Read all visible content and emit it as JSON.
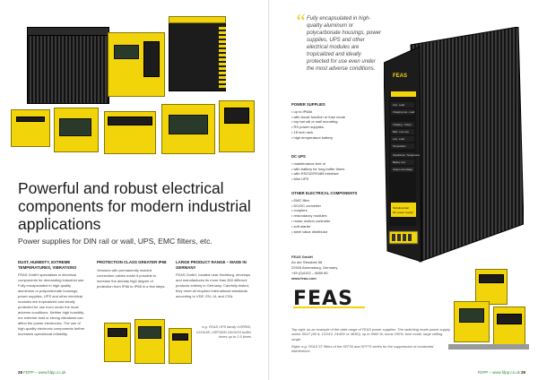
{
  "left_page": {
    "headline": "Powerful and robust electrical components for modern industrial applications",
    "subhead": "Power supplies for DIN rail or wall, UPS, EMC filters, etc.",
    "columns": [
      {
        "heading": "Dust, humidity, extreme temperatures, vibrations",
        "body": "FEAS GmbH specialises in electrical components for demanding industrial use. Fully encapsulated in high-quality aluminium or polycarbonate housings, power supplies, UPS and other electrical modules are tropicalized and ideally protected for use even under the most adverse conditions. Neither high humidity, nor extreme dust or strong vibrations can affect the power electronics. The use of high-quality electronic components further increases operational reliability."
      },
      {
        "heading": "Protection class greater IP68",
        "body": "Versions with permanently molded connection cables make it possible to increase the already high degree of protection from IP66 to IP68 in a few steps."
      },
      {
        "heading": "Large product range – made in Germany",
        "body": "FEAS GmbH, located near Hamburg, develops and manufactures its more than 800 different products entirely in Germany. Carefully tested, they meet all required international standards according to VDE, EN, UL and CSA."
      }
    ],
    "photo_caption": "e.g. FEAS UPS family USP800, 12/24/48, USP1600-24/24/24 buffer times up to 2.5 times",
    "footer": {
      "page": "28",
      "site": "FDPP – www.fdpp.co.uk"
    }
  },
  "right_page": {
    "quote": "Fully encapsulated in high-quality aluminum or polycarbonate housings, power supplies, UPS and other electrical modules are tropicalized and ideally protected for use even under the most adverse conditions.",
    "spec_groups": [
      {
        "title": "Power supplies",
        "items": [
          "up to IP68#",
          "with boost function or fuse mode",
          "top hat rail or wall mounting",
          "RS power supplies",
          "18 inch rack",
          "high temperature battery"
        ]
      },
      {
        "title": "DC UPS",
        "items": [
          "maintenance-free or",
          "with battery for long buffer times",
          "with RS232/RS485 interface",
          "Mini UPS"
        ]
      },
      {
        "title": "Other electrical components",
        "items": [
          "EMC filter",
          "DC/DC converter",
          "couplers",
          "redundancy modules",
          "motor motion controller",
          "soft starter",
          "steel value distributor"
        ]
      }
    ],
    "address": {
      "name": "FEAS GmbH",
      "street": "An der Strusbek 56",
      "city": "22926 Ahrensburg, Germany",
      "phone": "+49 (0)4102 – 6659 80",
      "web": "www.feas.com"
    },
    "logo_text": "FEAS",
    "captions": [
      "Top right: as an example of the wide range of FEAS power supplies: The switching mode power supply series SN17 (60 A, 12/24V, 24/48V or 48/60), up to 9960 W, boost 150%, fuse mode, large setting range.",
      "Right: e.g. FEAS ST filters of the SFF30 and SFF70 series for the suppression of conducted interference."
    ],
    "footer": {
      "page": "29",
      "site": "FDPP – www.fdpp.co.uk"
    },
    "unit_labels": [
      "Line - Load",
      "Charging Line - Load",
      "Charging - Output",
      "Bulk - Line Low",
      "Low - Load",
      "Temperature",
      "Operational - Temperature",
      "Battery Low",
      "Output overvoltage",
      "FEAS",
      "Schaltnetzteil",
      "DC power supply"
    ]
  },
  "colors": {
    "accent_yellow": "#f2d40a",
    "footer_green": "#2d8a3a",
    "unit_black": "#1c1c1c"
  }
}
